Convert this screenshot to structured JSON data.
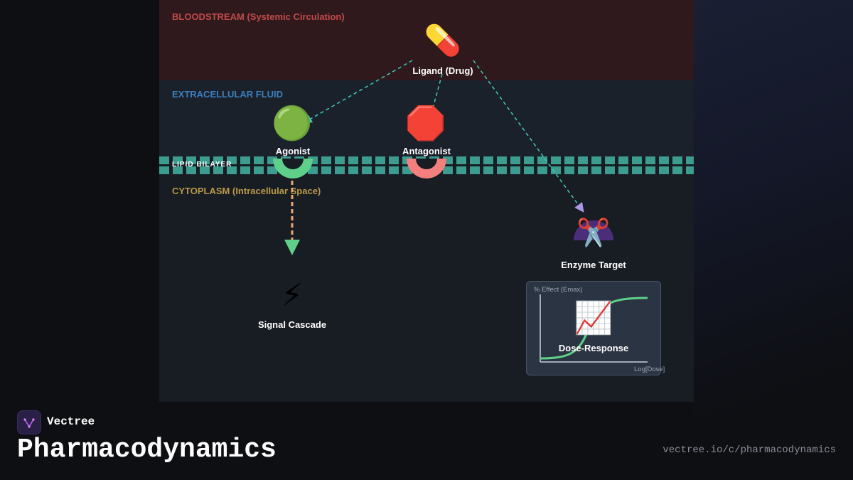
{
  "zones": {
    "bloodstream": "BLOODSTREAM (Systemic Circulation)",
    "extracellular": "EXTRACELLULAR FLUID",
    "bilayer": "LIPID BILAYER",
    "cytoplasm": "CYTOPLASM (Intracellular Space)"
  },
  "nodes": {
    "ligand": {
      "label": "Ligand (Drug)",
      "icon": "pill-icon",
      "emoji": "💊"
    },
    "agonist": {
      "label": "Agonist",
      "icon": "green-circle-icon",
      "emoji": "🟢"
    },
    "antagonist": {
      "label": "Antagonist",
      "icon": "stop-sign-icon",
      "emoji": "🛑"
    },
    "signal": {
      "label": "Signal Cascade",
      "icon": "lightning-icon",
      "emoji": "⚡"
    },
    "enzyme": {
      "label": "Enzyme Target",
      "icon": "scissors-icon",
      "emoji": "✂️"
    }
  },
  "chart": {
    "label": "Dose-Response",
    "icon": "chart-increasing-icon",
    "emoji": "📈",
    "y_axis": "% Effect (Emax)",
    "x_axis": "Log[Dose]"
  },
  "colors": {
    "blood_zone": "#2f191c",
    "ecf_zone": "#1b212b",
    "bilayer": "#3b9c8f",
    "agonist_receptor": "#5fd08a",
    "antagonist_receptor": "#f47f7f",
    "enzyme": "#4a2e7a",
    "flow_arrow": "#3ec9b8",
    "signal_arrow": "#f0a868"
  },
  "footer": {
    "brand": "Vectree",
    "title": "Pharmacodynamics",
    "url": "vectree.io/c/pharmacodynamics"
  }
}
